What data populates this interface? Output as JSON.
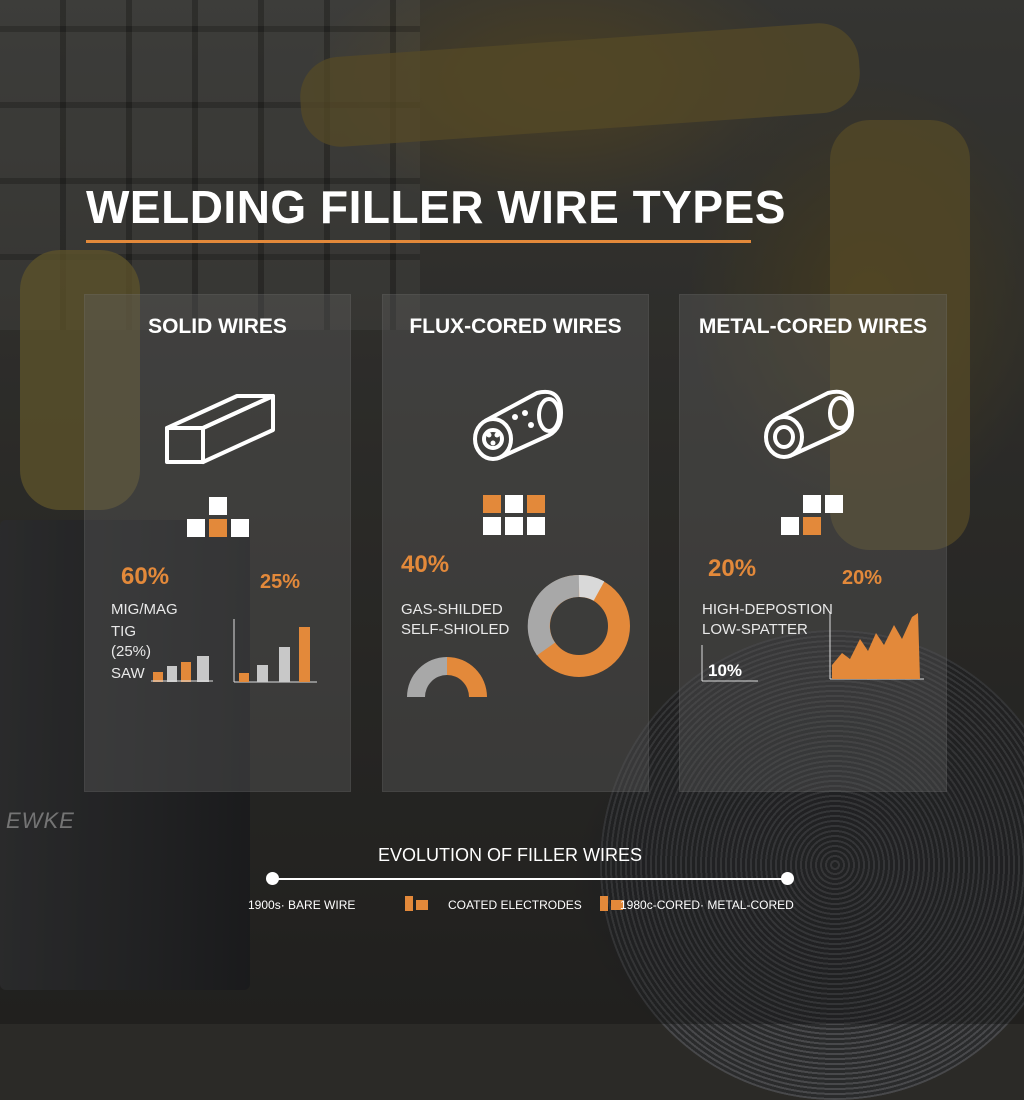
{
  "title": "WELDING FILLER WIRE TYPES",
  "background_text": "EWKE",
  "colors": {
    "accent": "#e3893a",
    "panel": "rgba(95,95,95,0.38)",
    "text": "#ffffff",
    "bar_gray": "#c8c8c8"
  },
  "panels": [
    {
      "title": "SOLID WIRES",
      "icon": "solid-wire-icon",
      "primary_pct": "60%",
      "secondary_pct": "25%",
      "processes": [
        "MIG/MAG",
        "TIG",
        "(25%)",
        "SAW"
      ]
    },
    {
      "title": "FLUX-CORED WIRES",
      "icon": "flux-cored-wire-icon",
      "primary_pct": "40%",
      "types": [
        "GAS-SHILDED",
        "SELF-SHIOLED"
      ]
    },
    {
      "title": "METAL-CORED WIRES",
      "icon": "metal-cored-wire-icon",
      "primary_pct": "20%",
      "secondary_pct": "20%",
      "features": [
        "HIGH-DEPOSTION",
        "LOW-SPATTER"
      ],
      "tertiary_pct": "10%"
    }
  ],
  "evolution": {
    "title": "EVOLUTION OF FILLER WIRES",
    "labels": [
      "1900s· BARE WIRE",
      "COATED ELECTRODES",
      "1980c-CORED· METAL-CORED"
    ]
  }
}
